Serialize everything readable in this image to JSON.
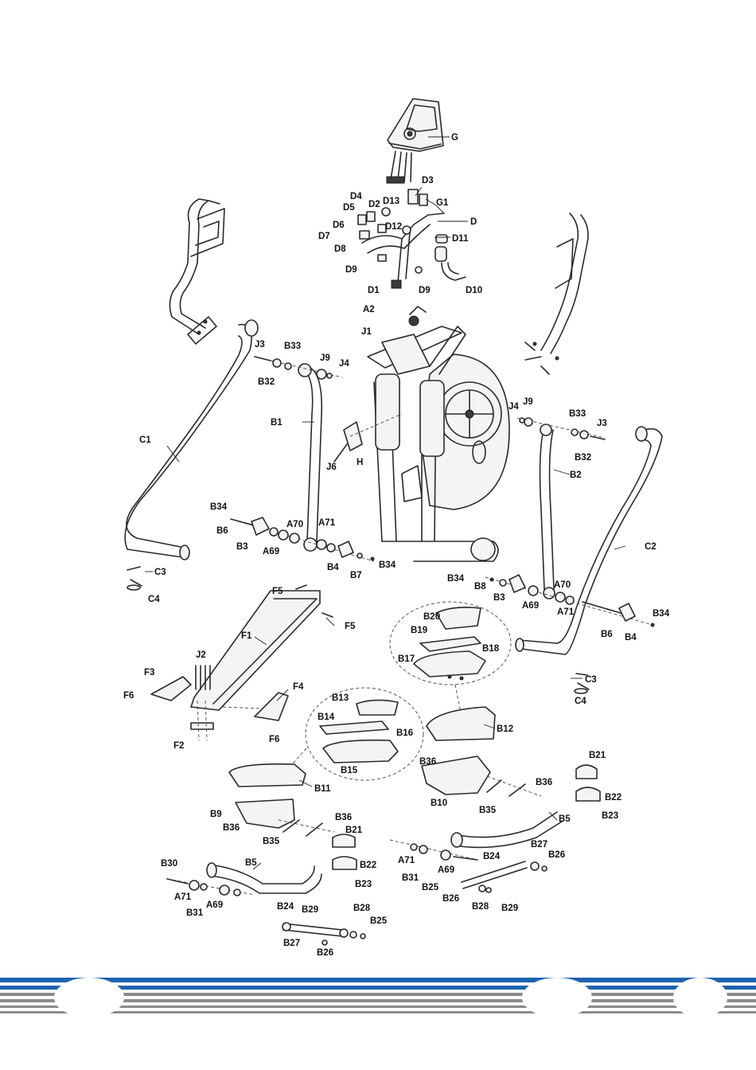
{
  "colors": {
    "stripe_blue": "#1d63b0",
    "stripe_grey": "#8a8a8a",
    "line": "#2a2a2a"
  },
  "labels": {
    "G": "G",
    "D3": "D3",
    "G1": "G1",
    "D": "D",
    "D4": "D4",
    "D5": "D5",
    "D2": "D2",
    "D13": "D13",
    "D6": "D6",
    "D7": "D7",
    "D12": "D12",
    "D11": "D11",
    "D8": "D8",
    "D9a": "D9",
    "D9b": "D9",
    "D1": "D1",
    "D10": "D10",
    "A2": "A2",
    "J1": "J1",
    "J3a": "J3",
    "B33a": "B33",
    "J9a": "J9",
    "J4a": "J4",
    "B32a": "B32",
    "J4b": "J4",
    "J9b": "J9",
    "B33b": "B33",
    "J3b": "J3",
    "B32b": "B32",
    "B1": "B1",
    "C1": "C1",
    "J6": "J6",
    "H": "H",
    "B2": "B2",
    "B34a": "B34",
    "B6a": "B6",
    "B3a": "B3",
    "A70a": "A70",
    "A71a": "A71",
    "A69a": "A69",
    "B4a": "B4",
    "B7": "B7",
    "B34b": "B34",
    "C3a": "C3",
    "C4a": "C4",
    "C2": "C2",
    "B34c": "B34",
    "B8": "B8",
    "B3b": "B3",
    "A70b": "A70",
    "A69b": "A69",
    "A71b": "A71",
    "B6b": "B6",
    "B4b": "B4",
    "B34d": "B34",
    "C3b": "C3",
    "C4b": "C4",
    "F5a": "F5",
    "F5b": "F5",
    "F1": "F1",
    "J2": "J2",
    "F3": "F3",
    "F6a": "F6",
    "F4": "F4",
    "F6b": "F6",
    "F2": "F2",
    "B20": "B20",
    "B19": "B19",
    "B18": "B18",
    "B17": "B17",
    "B12": "B12",
    "B13": "B13",
    "B14": "B14",
    "B16": "B16",
    "B15": "B15",
    "B11": "B11",
    "B36a": "B36",
    "B36b": "B36",
    "B10": "B10",
    "B35a": "B35",
    "B21a": "B21",
    "B22a": "B22",
    "B23a": "B23",
    "B5a": "B5",
    "B9": "B9",
    "B36c": "B36",
    "B36d": "B36",
    "B35b": "B35",
    "B21b": "B21",
    "B22b": "B22",
    "B23b": "B23",
    "A71c": "A71",
    "A69c": "A69",
    "B31a": "B31",
    "B27a": "B27",
    "B24a": "B24",
    "B26a": "B26",
    "B25a": "B25",
    "B26b": "B26",
    "B28a": "B28",
    "B29a": "B29",
    "B30": "B30",
    "B5b": "B5",
    "A71d": "A71",
    "A69d": "A69",
    "B31b": "B31",
    "B24b": "B24",
    "B29b": "B29",
    "B28b": "B28",
    "B25b": "B25",
    "B27b": "B27",
    "B26c": "B26"
  }
}
